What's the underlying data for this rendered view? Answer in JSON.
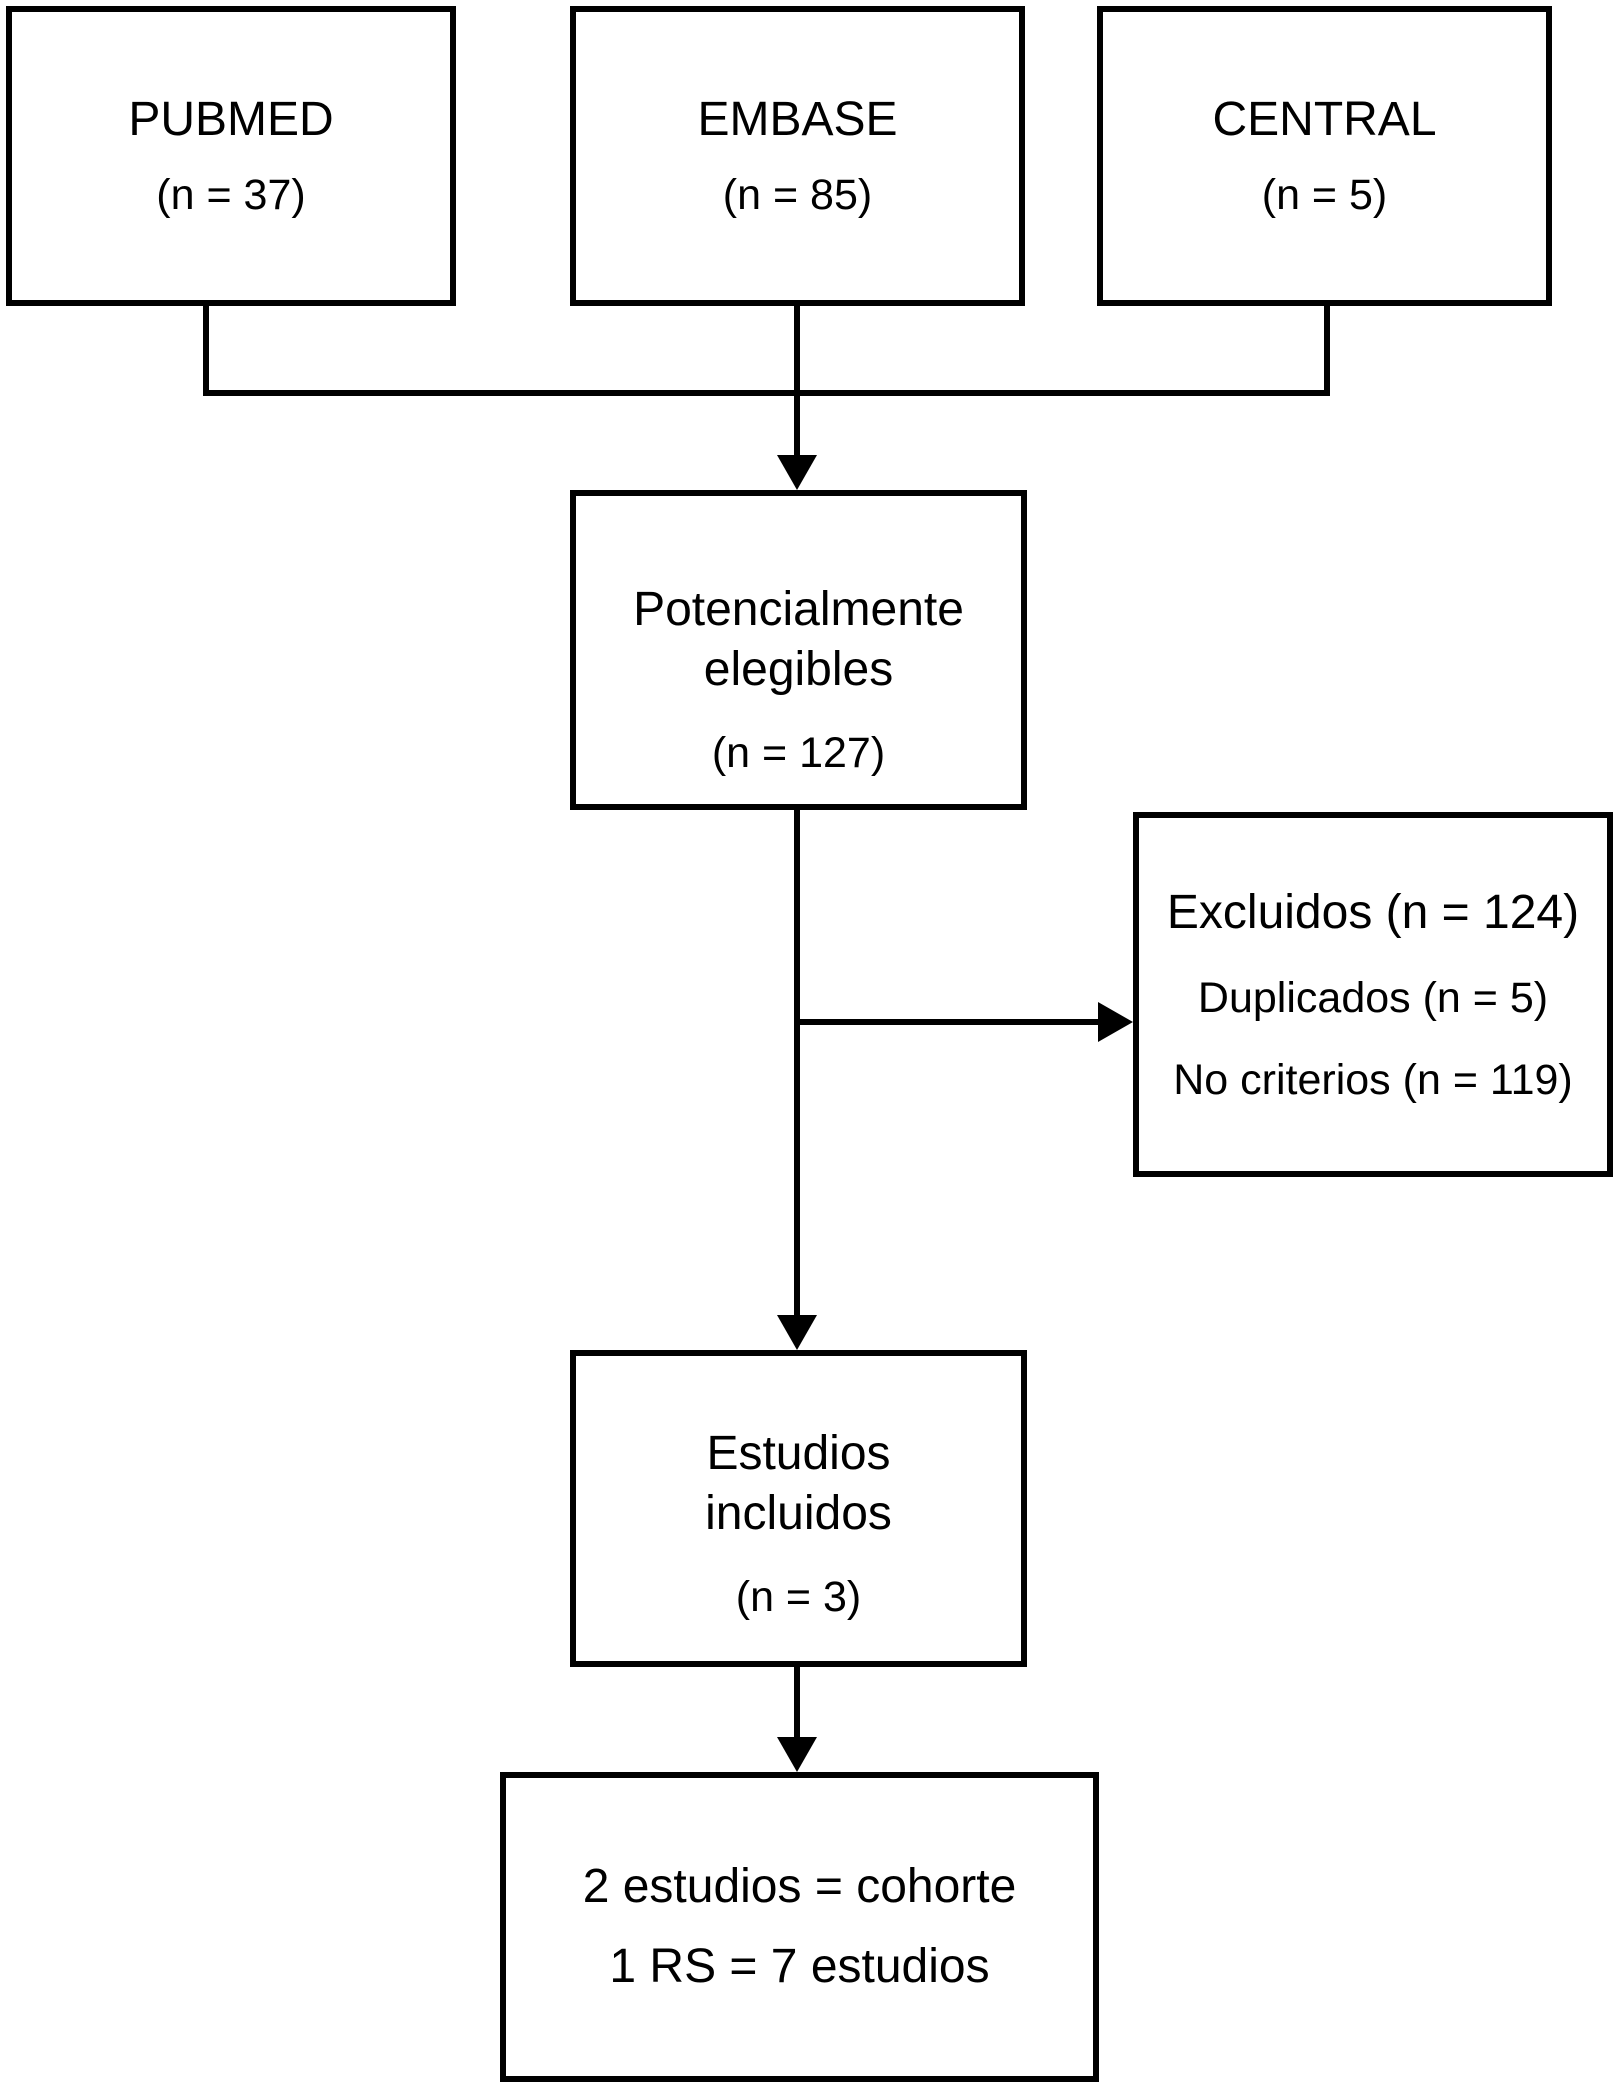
{
  "diagram": {
    "background_color": "#ffffff",
    "line_color": "#000000",
    "text_color": "#000000",
    "sources": {
      "pubmed": {
        "title": "PUBMED",
        "count": "(n = 37)"
      },
      "embase": {
        "title": "EMBASE",
        "count": "(n = 85)"
      },
      "central": {
        "title": "CENTRAL",
        "count": "(n = 5)"
      }
    },
    "eligible": {
      "title_line1": "Potencialmente",
      "title_line2": "elegibles",
      "count": "(n = 127)"
    },
    "excluded": {
      "title": "Excluidos (n = 124)",
      "reasons": [
        "Duplicados (n = 5)",
        "No criterios (n = 119)"
      ]
    },
    "included": {
      "title_line1": "Estudios",
      "title_line2": "incluidos",
      "count": "(n = 3)"
    },
    "final": {
      "line1": "2 estudios = cohorte",
      "line2": "1 RS = 7 estudios"
    }
  }
}
